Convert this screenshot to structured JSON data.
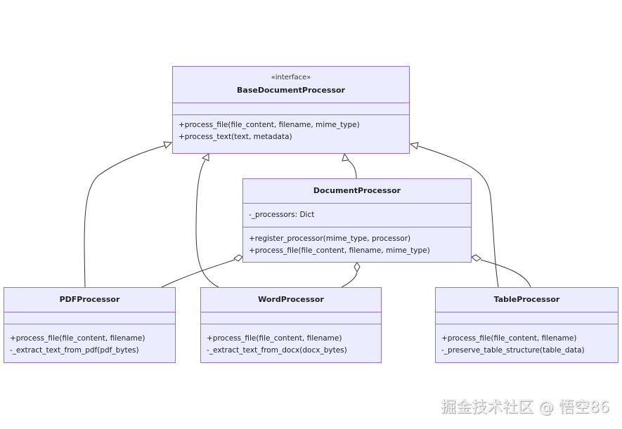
{
  "classes": {
    "base": {
      "stereotype": "«interface»",
      "name": "BaseDocumentProcessor",
      "methods": [
        "+process_file(file_content, filename, mime_type)",
        "+process_text(text, metadata)"
      ]
    },
    "doc": {
      "name": "DocumentProcessor",
      "attributes": [
        "-_processors: Dict"
      ],
      "methods": [
        "+register_processor(mime_type, processor)",
        "+process_file(file_content, filename, mime_type)"
      ]
    },
    "pdf": {
      "name": "PDFProcessor",
      "methods": [
        "+process_file(file_content, filename)",
        "-_extract_text_from_pdf(pdf_bytes)"
      ]
    },
    "word": {
      "name": "WordProcessor",
      "methods": [
        "+process_file(file_content, filename)",
        "-_extract_text_from_docx(docx_bytes)"
      ]
    },
    "table": {
      "name": "TableProcessor",
      "methods": [
        "+process_file(file_content, filename)",
        "-_preserve_table_structure(table_data)"
      ]
    }
  },
  "watermark": "掘金技术社区 @ 悟空86",
  "colors": {
    "fill": "#ECECFF",
    "border": "#9370DB",
    "edge": "#333333"
  }
}
